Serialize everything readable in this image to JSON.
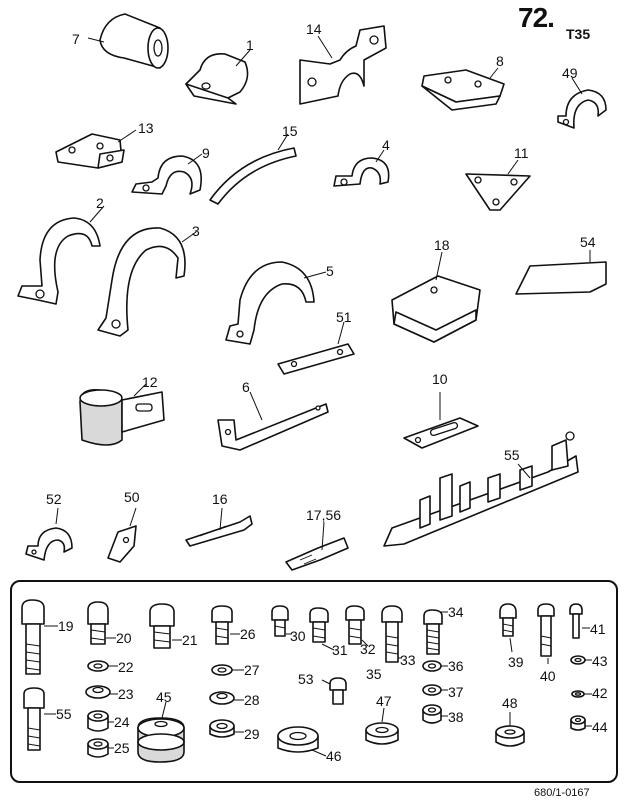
{
  "header": {
    "page_number": "72.",
    "page_suffix": "T35"
  },
  "footer": {
    "drawing_ref": "680/1-0167"
  },
  "callouts": {
    "p1": "1",
    "p2": "2",
    "p3": "3",
    "p4": "4",
    "p5": "5",
    "p6": "6",
    "p7": "7",
    "p8": "8",
    "p9": "9",
    "p10": "10",
    "p11": "11",
    "p12": "12",
    "p13": "13",
    "p14": "14",
    "p15": "15",
    "p16": "16",
    "p17_56": "17,56",
    "p18": "18",
    "p19": "19",
    "p20": "20",
    "p21": "21",
    "p22": "22",
    "p23": "23",
    "p24": "24",
    "p25": "25",
    "p26": "26",
    "p27": "27",
    "p28": "28",
    "p29": "29",
    "p30": "30",
    "p31": "31",
    "p32": "32",
    "p33": "33",
    "p34": "34",
    "p35": "35",
    "p36": "36",
    "p37": "37",
    "p38": "38",
    "p39": "39",
    "p40": "40",
    "p41": "41",
    "p42": "42",
    "p43": "43",
    "p44": "44",
    "p45": "45",
    "p46": "46",
    "p47": "47",
    "p48": "48",
    "p49": "49",
    "p50": "50",
    "p51": "51",
    "p52": "52",
    "p53": "53",
    "p54": "54",
    "p55a": "55",
    "p55b": "55"
  }
}
